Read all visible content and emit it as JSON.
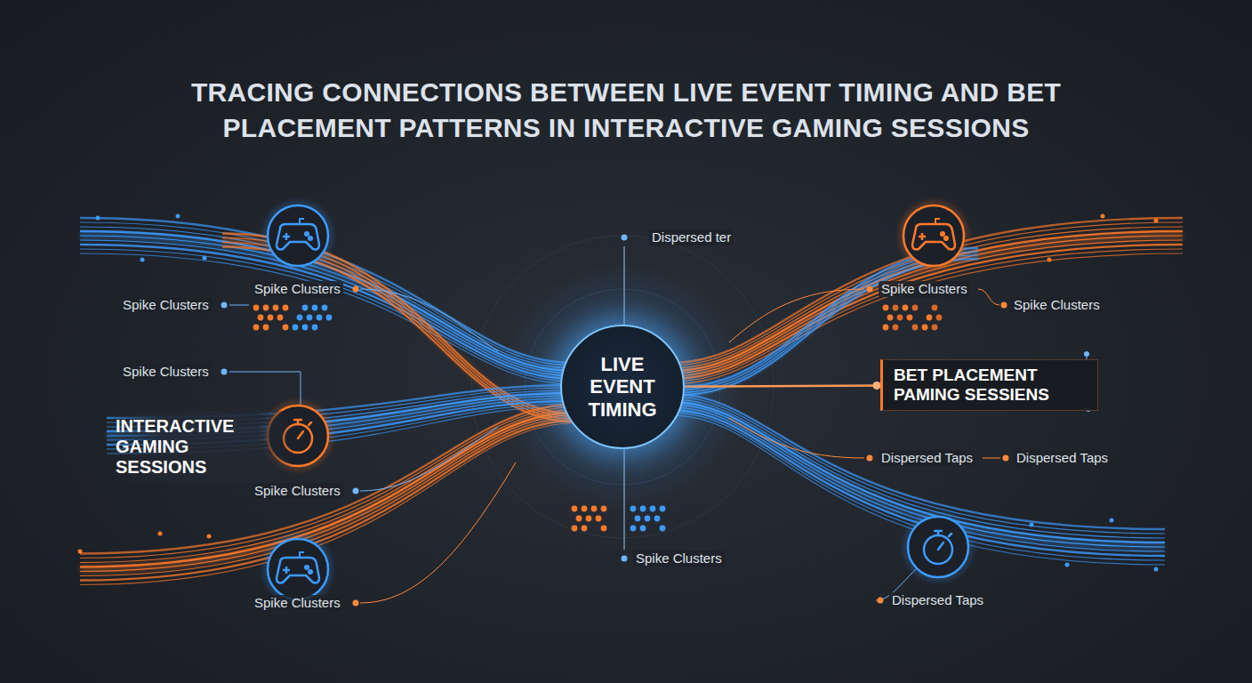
{
  "diagram": {
    "title": "TRACING CONNECTIONS BETWEEN LIVE EVENT TIMING AND BET PLACEMENT PATTERNS IN INTERACTIVE GAMING SESSIONS",
    "nodes": [
      {
        "text": [
          "LIVE EVENT TIMING"
        ]
      },
      {
        "text": [
          "BET PLACEMENT PAMING SESSIENS"
        ]
      },
      {
        "text": [
          "INTERACTIVE GAMING SESSIONS"
        ]
      }
    ],
    "edges": [
      {
        "from": 0,
        "to": 1,
        "arrow": "none"
      }
    ],
    "labels": [
      "Dispersed ter",
      "Spike Clusters",
      "Spike Clusters",
      "Spike Clusters",
      "Spike Clusters",
      "Spike Clusters",
      "Dispersed Taps",
      "Dispersed Taps",
      "Spike Clusters",
      "Spike Clusters",
      "Dispersed Taps",
      "Spike Clusters"
    ]
  }
}
